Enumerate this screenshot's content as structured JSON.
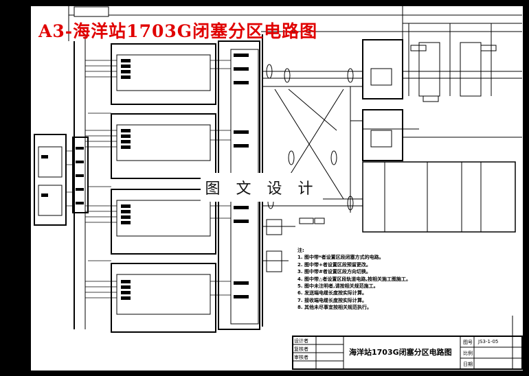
{
  "title_banner": "A3-海洋站1703G闭塞分区电路图",
  "watermark": "图 文 设 计",
  "notes": {
    "heading": "注:",
    "items": [
      "1. 图中带*者设置区段闭塞方式的电路。",
      "2. 图中带+者设置区段预留更改。",
      "3. 图中带#者设置区段方向切换。",
      "4. 图中带△者设置区段轨道电路,按相关施工图施工。",
      "5. 图中未注明者,请按相关规范施工。",
      "6. 发送端电缆长度按实际计算。",
      "7. 接收端电缆长度按实际计算。",
      "8. 其他未尽事宜按相关规范执行。"
    ]
  },
  "title_block": {
    "drawing_title": "海洋站1703G闭塞分区电路图",
    "left_labels": [
      "设计者",
      "复核者",
      "审核者"
    ],
    "right_labels": [
      "图号",
      "比例",
      "日期"
    ],
    "drawing_number": "JS3-1-05"
  },
  "colors": {
    "background": "#000000",
    "sheet": "#ffffff",
    "title": "#e00000",
    "line": "#000000"
  }
}
